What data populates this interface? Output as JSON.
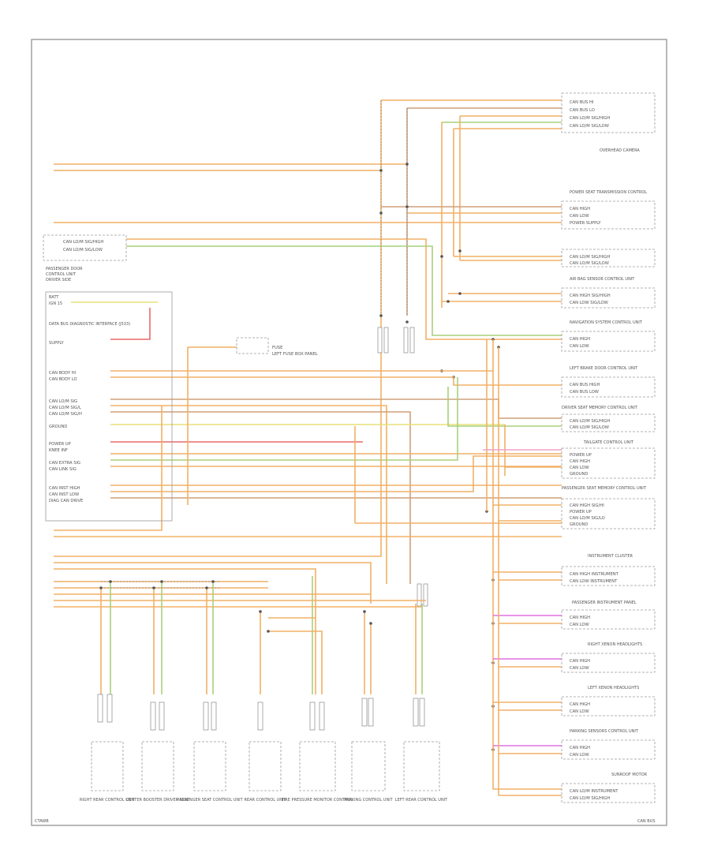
{
  "diagram": {
    "colors": {
      "orange": "#f2b066",
      "tan": "#cfa07a",
      "green": "#a8d07a",
      "yellow": "#e8e07a",
      "red": "#e86a6a",
      "pink": "#f0a0c8",
      "magenta": "#e070e0",
      "gray": "#9a9a9a"
    },
    "footer_left": "CTAWB",
    "footer_right": "CAN BUS",
    "right_modules": [
      {
        "title": "",
        "pins": [
          "CAN BUS HI",
          "CAN BUS LO",
          "CAN LO/M SIG/HIGH",
          "CAN LO/M SIG/LOW"
        ]
      },
      {
        "title": "OVERHEAD CAMERA",
        "pins": []
      },
      {
        "title": "POWER SEAT TRANSMISSION CONTROL",
        "pins": [
          "CAN HIGH",
          "CAN LOW",
          "POWER SUPPLY"
        ]
      },
      {
        "title": "",
        "pins": [
          "CAN LO/M SIG/HIGH",
          "CAN LO/M SIG/LOW"
        ]
      },
      {
        "title": "AIR BAG SENSOR CONTROL UNIT",
        "pins": [
          "CAN HIGH SIG/HIGH",
          "CAN LOW SIG/LOW"
        ]
      },
      {
        "title": "NAVIGATION SYSTEM CONTROL UNIT",
        "pins": [
          "CAN HIGH",
          "CAN LOW"
        ]
      },
      {
        "title": "LEFT BRAKE DOOR CONTROL UNIT",
        "pins": [
          "CAN BUS HIGH",
          "CAN BUS LOW"
        ]
      },
      {
        "title": "DRIVER SEAT MEMORY CONTROL UNIT",
        "pins": [
          "CAN LO/M SIG/HIGH",
          "CAN LO/M SIG/LOW"
        ]
      },
      {
        "title": "TAILGATE CONTROL UNIT",
        "pins": [
          "POWER UP",
          "CAN HIGH",
          "CAN LOW",
          "GROUND"
        ]
      },
      {
        "title": "PASSENGER SEAT MEMORY CONTROL UNIT",
        "pins": [
          "CAN HIGH SIG/HI",
          "POWER UP",
          "CAN LO/M SIG/LO",
          "GROUND"
        ]
      },
      {
        "title": "INSTRUMENT CLUSTER",
        "pins": [
          "CAN HIGH INSTRUMENT",
          "CAN LOW INSTRUMENT"
        ]
      },
      {
        "title": "PASSENGER INSTRUMENT PANEL",
        "pins": [
          "CAN HIGH",
          "CAN LOW"
        ]
      },
      {
        "title": "RIGHT XENON HEADLIGHTS",
        "pins": [
          "CAN HIGH",
          "CAN LOW"
        ]
      },
      {
        "title": "LEFT XENON HEADLIGHTS",
        "pins": [
          "CAN HIGH",
          "CAN LOW"
        ]
      },
      {
        "title": "PARKING SENSORS CONTROL UNIT",
        "pins": [
          "CAN HIGH",
          "CAN LOW"
        ]
      },
      {
        "title": "SUNROOF MOTOR",
        "pins": [
          "CAN LO/M INSTRUMENT",
          "CAN LO/M SIG/HIGH"
        ]
      }
    ],
    "left_block": {
      "title": "DATA BUS DIAGNOSTIC INTERFACE (J533)",
      "top_labels": [
        "BATT",
        "IGN 15"
      ],
      "pins": [
        "SUPPLY",
        "CAN BODY HI",
        "CAN BODY LO",
        "CAN LO/M SIG",
        "CAN LO/M SIG/L",
        "CAN LO/M SIG/H",
        "GROUND",
        "POWER UP",
        "KNEE INF",
        "CAN EXTRA SIG",
        "CAN LINK SIG",
        "CAN INST HIGH",
        "CAN INST LOW",
        "DIAG CAN DRIVE"
      ],
      "upper_labels": [
        "PASSENGER DOOR",
        "CONTROL UNIT",
        "DRIVER SIDE"
      ],
      "upper_pins": [
        "CAN LO/M SIG/HIGH",
        "CAN LO/M SIG/LOW"
      ],
      "relay_label": "FUSE",
      "relay_sub": "LEFT FUSE BOX PANEL"
    },
    "bottom_modules": [
      {
        "name": "RIGHT REAR CONTROL UNIT"
      },
      {
        "name": "CENTER BOOSTER DRIVER SEAT"
      },
      {
        "name": "PASSENGER SEAT CONTROL UNIT"
      },
      {
        "name": "REAR CONTROL UNIT"
      },
      {
        "name": "TIRE PRESSURE MONITOR CONTROL"
      },
      {
        "name": "PARKING CONTROL UNIT"
      },
      {
        "name": "LEFT REAR CONTROL UNIT"
      }
    ]
  }
}
